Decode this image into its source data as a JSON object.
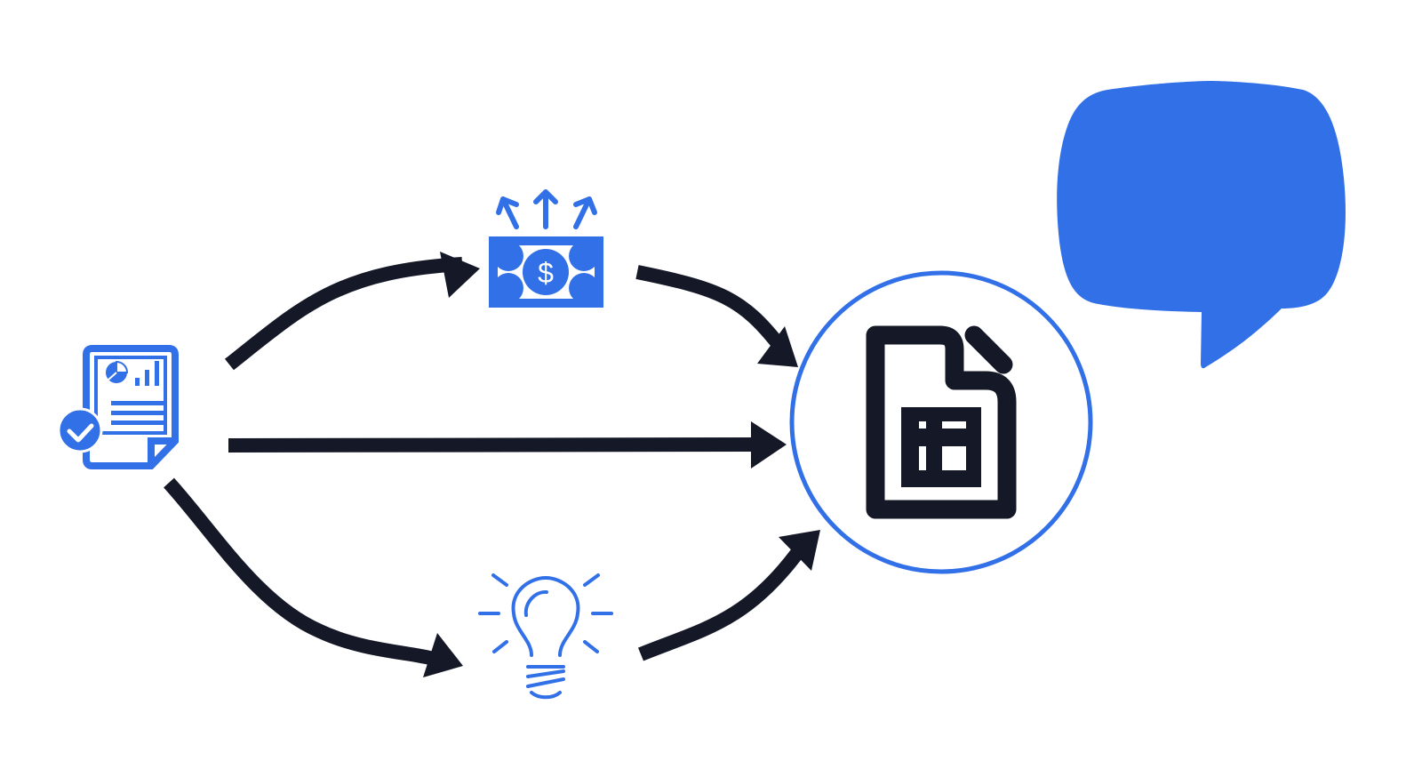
{
  "colors": {
    "background": "#ffffff",
    "accent_blue": "#3270e8",
    "ink_dark": "#141827",
    "white": "#ffffff"
  },
  "nodes": [
    {
      "id": "report-document",
      "icon": "report-document-icon",
      "color": "accent_blue"
    },
    {
      "id": "money-growth",
      "icon": "money-growth-icon",
      "color": "accent_blue"
    },
    {
      "id": "idea-lightbulb",
      "icon": "lightbulb-icon",
      "color": "accent_blue"
    },
    {
      "id": "spreadsheet-file",
      "icon": "spreadsheet-file-icon",
      "color": "ink_dark",
      "enclosed_by": "circle"
    },
    {
      "id": "speech-bubble",
      "icon": "speech-bubble-icon",
      "color": "accent_blue"
    }
  ],
  "edges": [
    {
      "from": "report-document",
      "to": "money-growth"
    },
    {
      "from": "report-document",
      "to": "spreadsheet-file"
    },
    {
      "from": "report-document",
      "to": "idea-lightbulb"
    },
    {
      "from": "money-growth",
      "to": "spreadsheet-file"
    },
    {
      "from": "idea-lightbulb",
      "to": "spreadsheet-file"
    }
  ]
}
